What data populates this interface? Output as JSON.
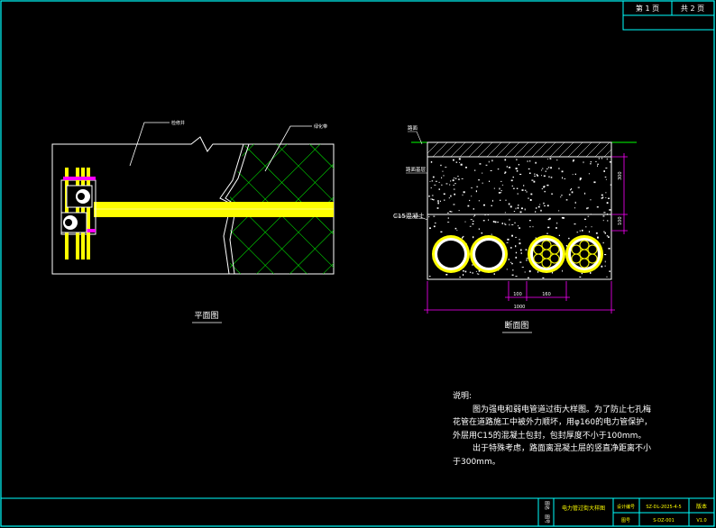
{
  "colors": {
    "background": "#000000",
    "frame": "#00ffff",
    "line": "#ffffff",
    "conduit": "#ffff00",
    "cover": "#00ff00",
    "marker": "#ff00ff"
  },
  "header": {
    "page_current": "第 1 页",
    "page_total": "共 2 页"
  },
  "plan_view": {
    "title": "平面图",
    "leader_label_1": "检修井",
    "leader_label_2": "绿化带"
  },
  "section_view": {
    "title": "断面图",
    "label_ground": "路面",
    "label_base": "路面基层",
    "label_concrete": "C15混凝土",
    "dim_right_upper": "300",
    "dim_right_lower": "100",
    "dim_gap_1": "100",
    "dim_gap_2": "160",
    "dim_total": "1000"
  },
  "notes": {
    "heading": "说明:",
    "line_1": "图为强电和弱电管道过街大样图。为了防止七孔梅",
    "line_2": "花管在道路施工中被外力顺坏，用φ160的电力管保护，",
    "line_3": "外层用C15的混凝土包封，包封厚度不小于100mm。",
    "line_4": "出于特殊考虑，路面离混凝土层的竖直净距离不小",
    "line_5": "于300mm。"
  },
  "title_block": {
    "label_drawing_name": "图名",
    "drawing_name": "电力管过街大样图",
    "label_drawing_no": "图号",
    "label_design_no": "设计编号",
    "design_no": "SZ-DL-2025-4-5",
    "drawing_no": "S-DZ-001",
    "label_version": "版本",
    "version": "V1.0"
  }
}
